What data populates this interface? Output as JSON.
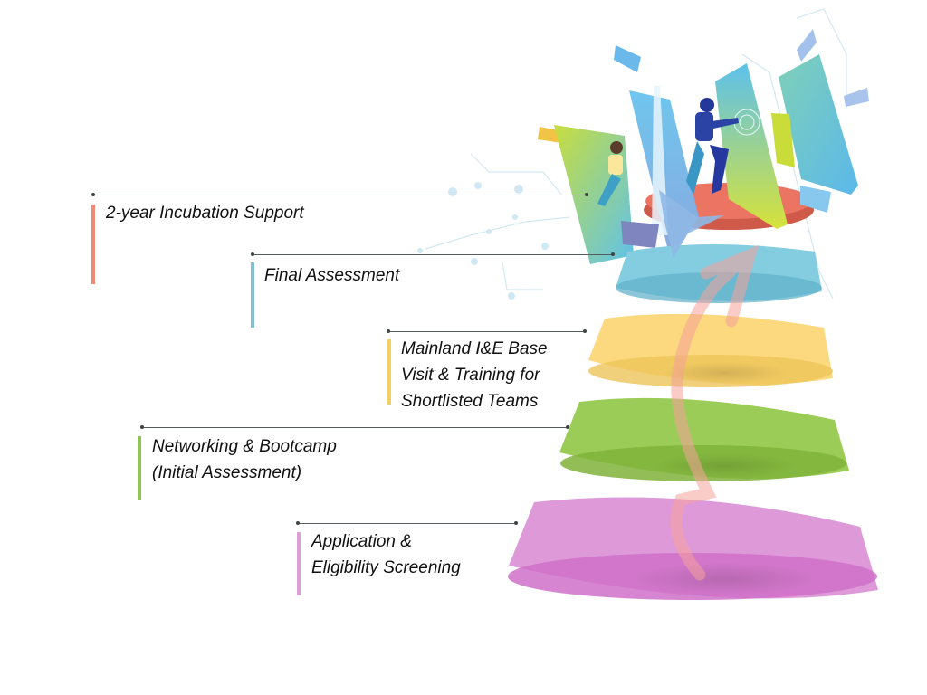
{
  "title": "Incubation programme stages",
  "stages": [
    {
      "order": 5,
      "label": "2-year Incubation Support",
      "color": "#f08978"
    },
    {
      "order": 4,
      "label": "Final Assessment",
      "color": "#7fbfd6"
    },
    {
      "order": 3,
      "label": "Mainland I&E Base\nVisit & Training for\nShortlisted Teams",
      "color": "#f2cf60"
    },
    {
      "order": 2,
      "label": "Networking & Bootcamp\n(Initial Assessment)",
      "color": "#8fc653"
    },
    {
      "order": 1,
      "label": "Application &\nEligibility Screening",
      "color": "#de9fd8"
    }
  ],
  "tier_colors": {
    "top": "#ec7462",
    "final": "#84cce0",
    "mainland": "#fcd97e",
    "networking": "#9ccc58",
    "application": "#de9ad8"
  },
  "arrow_color": "#f6a29a"
}
